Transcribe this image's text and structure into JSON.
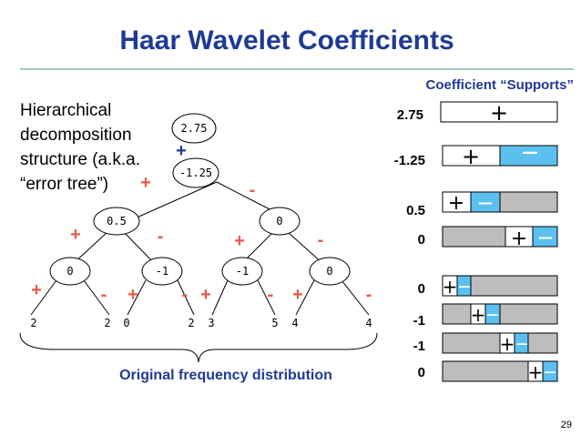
{
  "title": "Haar Wavelet Coefficients",
  "supports_heading": "Coefficient “Supports”",
  "description": [
    "Hierarchical",
    "decomposition",
    "structure (a.k.a.",
    "“error tree”)"
  ],
  "colors": {
    "title": "#1f3a93",
    "accent": "#1f3a93",
    "sign": "#e8584a",
    "minus_fill": "#5bc0f0",
    "grey_fill": "#bdbdbd",
    "outline": "#000000"
  },
  "tree": {
    "root": "2.75",
    "root_sign": "+",
    "level0": "-1.25",
    "level1": [
      "0.5",
      "0"
    ],
    "level2": [
      "0",
      "-1",
      "-1",
      "0"
    ],
    "leaves": [
      "2",
      "2",
      "0",
      "2",
      "3",
      "5",
      "4",
      "4"
    ],
    "signs": {
      "plus": "+",
      "minus": "-"
    }
  },
  "brace_caption": "Original frequency distribution",
  "supports": [
    {
      "coef": "2.75",
      "plus_symbol": "+",
      "minus_symbol": ""
    },
    {
      "coef": "-1.25",
      "plus_symbol": "+",
      "minus_symbol": "—"
    },
    {
      "coef": "0.5",
      "plus_symbol": "+",
      "minus_symbol": "—"
    },
    {
      "coef": "0",
      "plus_symbol": "+",
      "minus_symbol": "—"
    },
    {
      "coef": "0",
      "plus_symbol": "+",
      "minus_symbol": "—"
    },
    {
      "coef": "-1",
      "plus_symbol": "+",
      "minus_symbol": "—"
    },
    {
      "coef": "-1",
      "plus_symbol": "+",
      "minus_symbol": "—"
    },
    {
      "coef": "0",
      "plus_symbol": "+",
      "minus_symbol": "—"
    }
  ],
  "page_number": "29"
}
